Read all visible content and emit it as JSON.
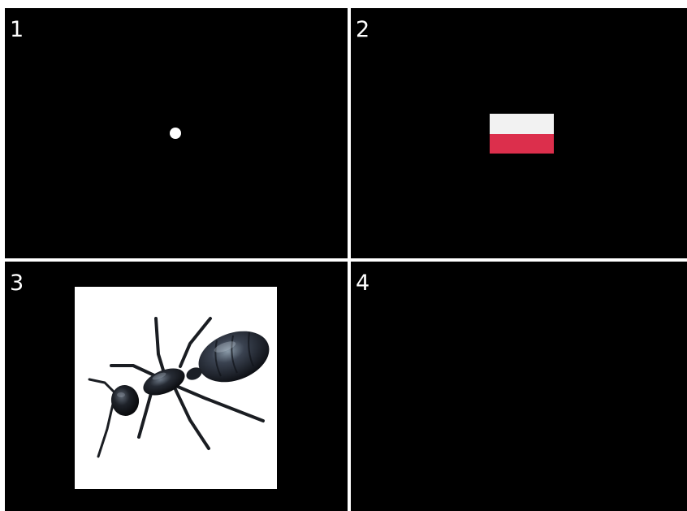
{
  "panels": [
    {
      "number": "1",
      "content": "dot"
    },
    {
      "number": "2",
      "content": "flag"
    },
    {
      "number": "3",
      "content": "ant-image"
    },
    {
      "number": "4",
      "content": "empty"
    }
  ],
  "colors": {
    "background": "#000000",
    "divider": "#ffffff",
    "dot": "#ffffff",
    "flag_top": "#f2f2f2",
    "flag_bottom": "#dc2f4c",
    "image_card": "#ffffff"
  }
}
